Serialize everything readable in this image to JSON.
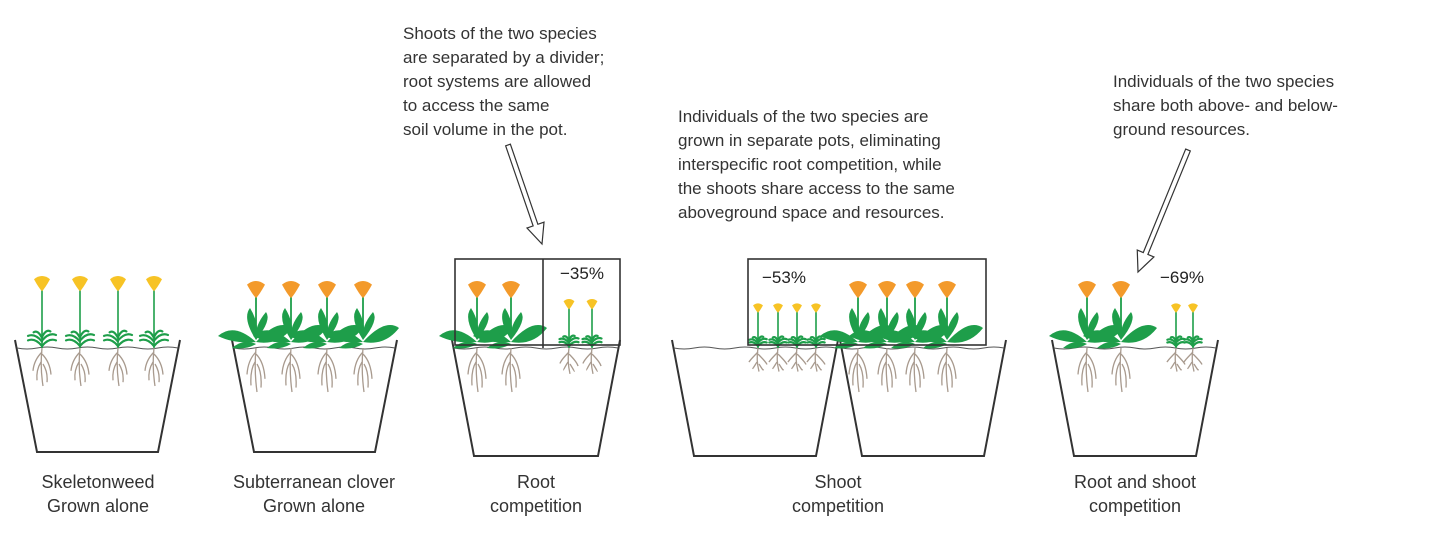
{
  "annotations": {
    "root": [
      "Shoots of the two species",
      "are separated by a divider;",
      "root systems are allowed",
      "to access the same",
      "soil volume in the pot."
    ],
    "shoot": [
      "Individuals of the two species are",
      "grown in separate pots, eliminating",
      "interspecific root competition, while",
      "the shoots share access to the same",
      "aboveground space and resources."
    ],
    "both": [
      "Individuals of the two species",
      "share both above- and below-",
      "ground resources."
    ]
  },
  "captions": {
    "skeleton": [
      "Skeletonweed",
      "Grown alone"
    ],
    "clover": [
      "Subterranean clover",
      "Grown alone"
    ],
    "root": [
      "Root",
      "competition"
    ],
    "shoot": [
      "Shoot",
      "competition"
    ],
    "both": [
      "Root and shoot",
      "competition"
    ]
  },
  "percents": {
    "root": "−35%",
    "shoot": "−53%",
    "both": "−69%"
  },
  "colors": {
    "leaf": "#1e9e4a",
    "skeletonweed_flower": "#f7c325",
    "clover_flower": "#f39a2b",
    "root": "#a89a8e",
    "outline": "#333333"
  }
}
